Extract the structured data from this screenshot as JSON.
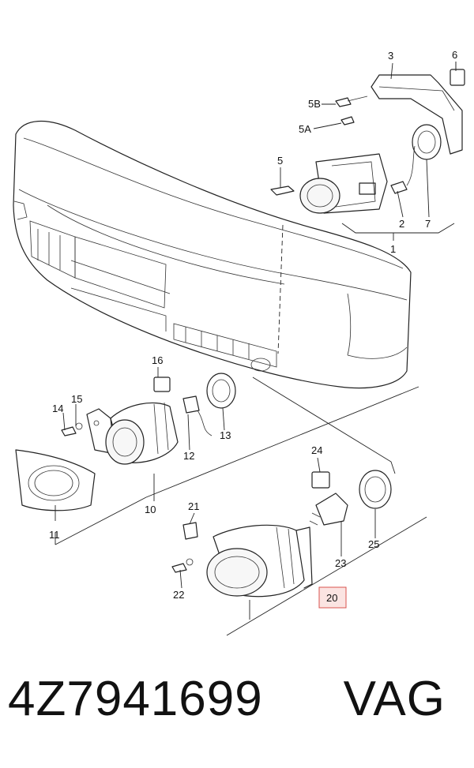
{
  "callouts": {
    "c1": "1",
    "c2": "2",
    "c3": "3",
    "c5": "5",
    "c5a": "5A",
    "c5b": "5B",
    "c6": "6",
    "c7": "7",
    "c10": "10",
    "c11": "11",
    "c12": "12",
    "c13": "13",
    "c14": "14",
    "c15": "15",
    "c16": "16",
    "c20": "20",
    "c21": "21",
    "c22": "22",
    "c23": "23",
    "c24": "24",
    "c25": "25"
  },
  "highlight_color": "#d9534f",
  "footer": {
    "part_number": "4Z7941699",
    "brand": "VAG"
  }
}
